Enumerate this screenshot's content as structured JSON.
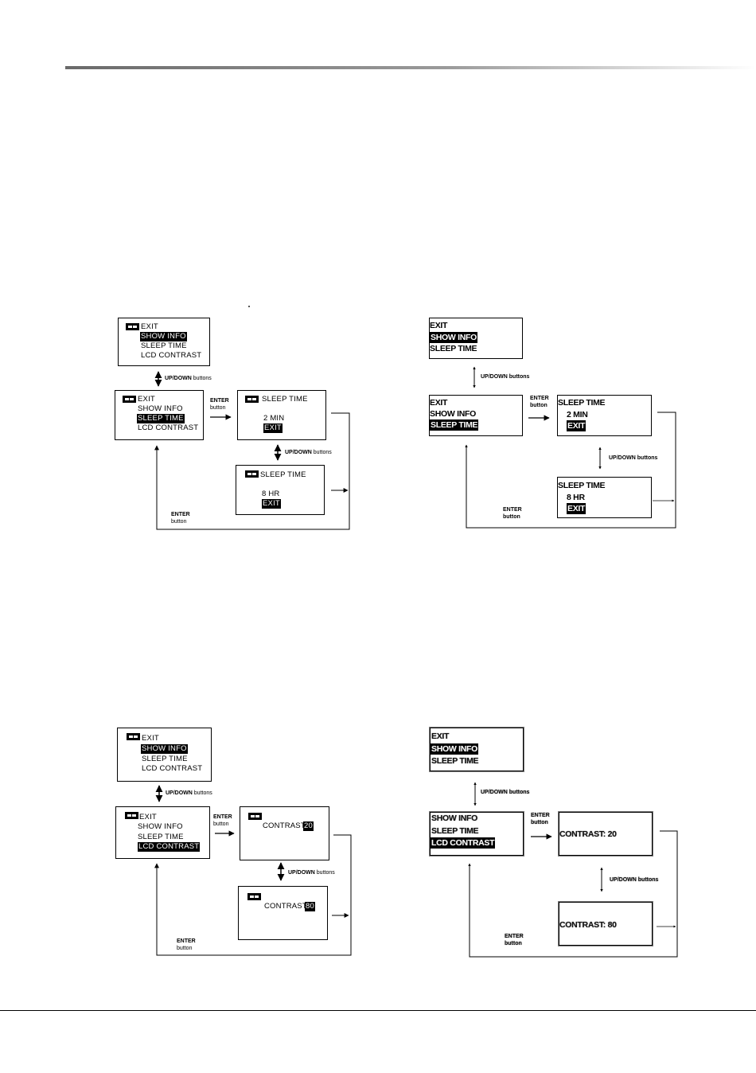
{
  "menu": {
    "exit": "EXIT",
    "show_info": "SHOW INFO",
    "sleep_time": "SLEEP TIME",
    "lcd_contrast": "LCD CONTRAST"
  },
  "sleep": {
    "title": "SLEEP TIME",
    "value_min": "2 MIN",
    "value_hr": "8 HR",
    "exit": "EXIT"
  },
  "contrast": {
    "label": "CONTRAST:",
    "value1": "20",
    "value2": "80",
    "full1": "CONTRAST: 20",
    "full2": "CONTRAST: 80"
  },
  "labels": {
    "updown_bold": "UP/DOWN",
    "updown_rest": " buttons",
    "updown_full": "UP/DOWN buttons",
    "enter": "ENTER",
    "button": "button"
  }
}
